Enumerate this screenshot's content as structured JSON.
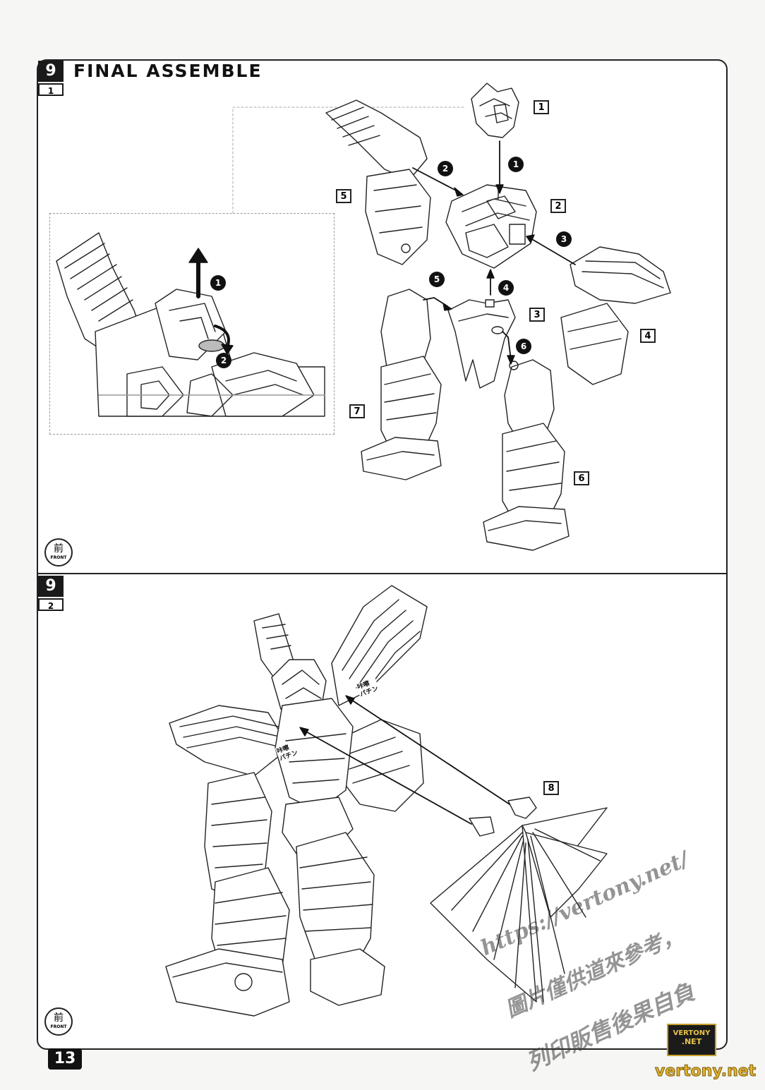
{
  "header": {
    "step": "9",
    "substep_1": "1",
    "title": "FINAL ASSEMBLE"
  },
  "section_2": {
    "step": "9",
    "substep": "2"
  },
  "step1": {
    "inset_badges": [
      "1",
      "2"
    ],
    "order_badges": [
      "1",
      "2",
      "3",
      "4",
      "5",
      "6"
    ],
    "parts": [
      "1",
      "2",
      "3",
      "4",
      "5",
      "6",
      "7"
    ]
  },
  "step2": {
    "part": "8",
    "sfx_1": "咔嚓\nパチン",
    "sfx_2": "咔嚓\nパチン"
  },
  "front_icon": {
    "glyph_top": "前",
    "label": "FRONT"
  },
  "page_number": "13",
  "watermark": {
    "url": "https://vertony.net/",
    "line1": "圖片僅供道來參考，",
    "line2": "列印販售後果自負"
  },
  "logo": {
    "line1": "VERTONY",
    "line2": ".NET",
    "site": "vertony.net"
  }
}
